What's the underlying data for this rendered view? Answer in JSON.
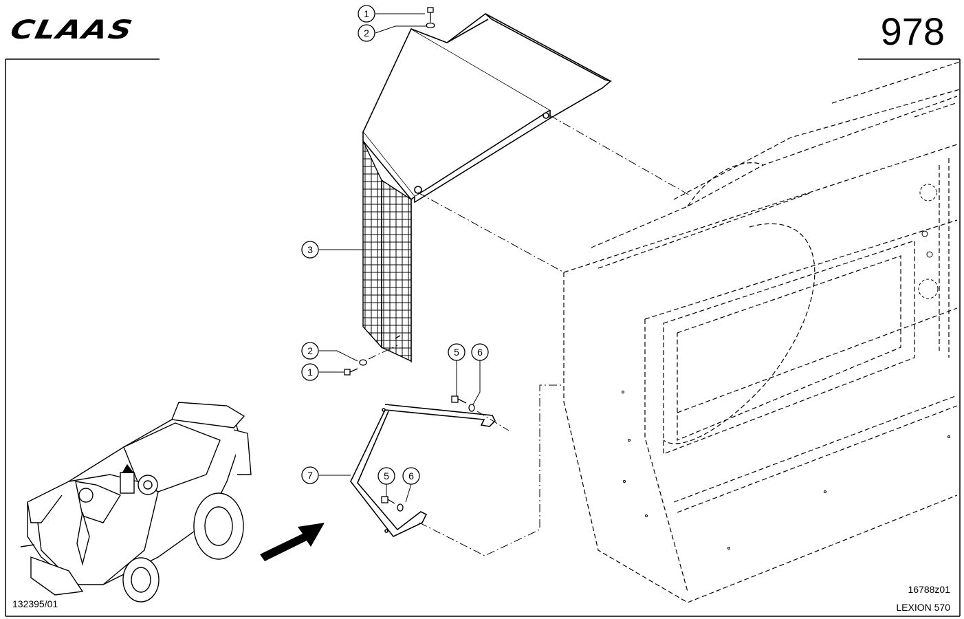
{
  "header": {
    "brand": "CLAAS",
    "page_number": "978"
  },
  "callouts": [
    {
      "id": "c1a",
      "label": "1"
    },
    {
      "id": "c2a",
      "label": "2"
    },
    {
      "id": "c3",
      "label": "3"
    },
    {
      "id": "c2b",
      "label": "2"
    },
    {
      "id": "c1b",
      "label": "1"
    },
    {
      "id": "c5a",
      "label": "5"
    },
    {
      "id": "c6a",
      "label": "6"
    },
    {
      "id": "c7",
      "label": "7"
    },
    {
      "id": "c5b",
      "label": "5"
    },
    {
      "id": "c6b",
      "label": "6"
    }
  ],
  "footer": {
    "left_code": "132395/01",
    "drawing_ref": "16788z01",
    "model": "LEXION 570"
  }
}
